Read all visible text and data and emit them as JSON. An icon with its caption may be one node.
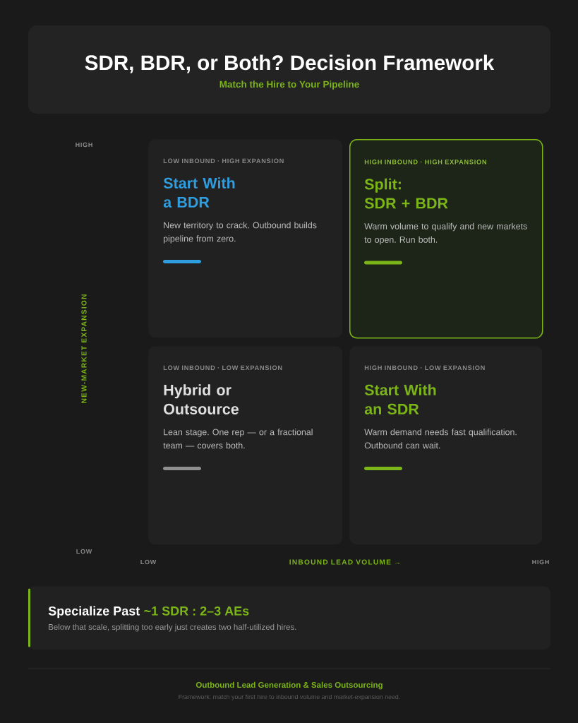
{
  "diagram": {
    "title": "SDR, BDR, or Both? Decision Framework",
    "nodes": [
      {
        "text": [
          "LOW INBOUND · HIGH EXPANSION",
          "Start With a BDR",
          "New territory to crack. Outbound builds pipeline from zero."
        ]
      },
      {
        "text": [
          "HIGH INBOUND · HIGH EXPANSION",
          "Split: SDR + BDR",
          "Warm volume to qualify and new markets to open. Run both."
        ]
      },
      {
        "text": [
          "LOW INBOUND · LOW EXPANSION",
          "Hybrid or Outsource",
          "Lean stage. One rep — or a fractional team — covers both."
        ]
      },
      {
        "text": [
          "HIGH INBOUND · LOW EXPANSION",
          "Start With an SDR",
          "Warm demand needs fast qualification. Outbound can wait."
        ]
      },
      {
        "text": [
          "Specialize Past",
          "~1 SDR : 2–3 AEs",
          "Below that scale, splitting too early just creates two half-utilized hires."
        ]
      }
    ],
    "labels": [
      "Match the Hire to Your Pipeline",
      "HIGH",
      "NEW-MARKET EXPANSION",
      "LOW",
      "LOW",
      "INBOUND LEAD VOLUME →",
      "HIGH",
      "Outbound Lead Generation & Sales Outsourcing",
      "Framework: match your first hire to inbound volume and market-expansion need."
    ]
  }
}
